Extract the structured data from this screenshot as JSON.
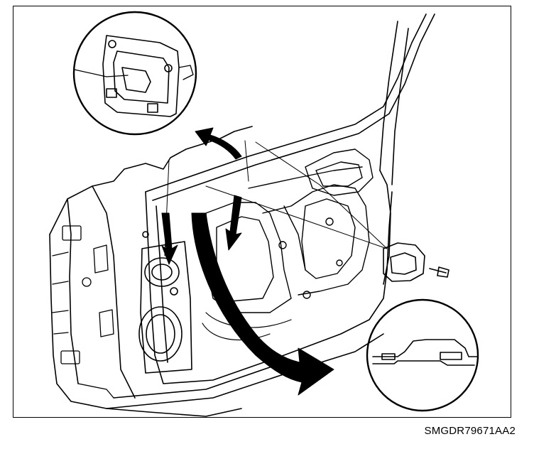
{
  "figure": {
    "code": "SMGDR79671AA2"
  },
  "icons": {
    "detail_top": "door-module-bracket-detail",
    "detail_bottom": "clip-detail",
    "arrows": "callout-arrows"
  }
}
